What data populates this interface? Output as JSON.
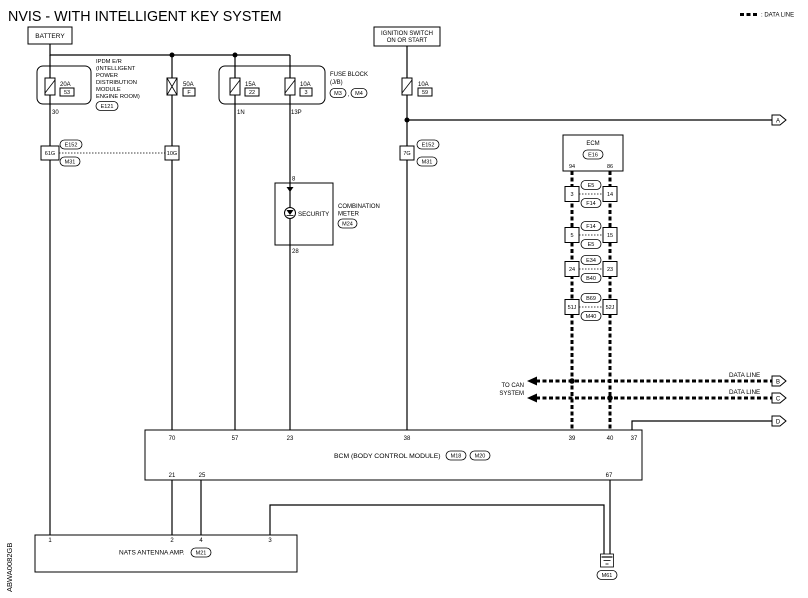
{
  "title": "NVIS - WITH INTELLIGENT KEY SYSTEM",
  "figure_id": "ABWA0082GB",
  "legend": {
    "label": ": DATA LINE"
  },
  "colors": {
    "ink": "#000000",
    "paper": "#ffffff"
  },
  "battery": {
    "label": "BATTERY"
  },
  "ignition_switch": {
    "line1": "IGNITION SWITCH",
    "line2": "ON OR START"
  },
  "ipdm": {
    "lines": [
      "IPDM E/R",
      "(INTELLIGENT",
      "POWER",
      "DISTRIBUTION",
      "MODULE",
      "ENGINE ROOM)"
    ],
    "connector": "E121",
    "fuse": {
      "rating": "20A",
      "number": "53",
      "pin": "30"
    }
  },
  "fusible_link": {
    "rating": "50A",
    "number": "F"
  },
  "fuse_block": {
    "line1": "FUSE BLOCK",
    "line2": "(J/B)",
    "connectors": [
      "M3",
      "M4"
    ],
    "separator": ",",
    "fuses": [
      {
        "rating": "15A",
        "number": "22",
        "pin": "1N"
      },
      {
        "rating": "10A",
        "number": "3",
        "pin": "13P"
      }
    ]
  },
  "ignition_fuse": {
    "rating": "10A",
    "number": "59"
  },
  "joint_connector_left": {
    "pin_left": "61G",
    "pin_right": "10G",
    "top": "E152",
    "bottom": "M31"
  },
  "joint_connector_right": {
    "pin": "7G",
    "top": "E152",
    "bottom": "M31"
  },
  "combination_meter": {
    "line1": "COMBINATION",
    "line2": "METER",
    "connector": "M24",
    "indicator": "SECURITY",
    "pin_in": "8",
    "pin_out": "28"
  },
  "ecm": {
    "label": "ECM",
    "connector": "E16",
    "pins": [
      "94",
      "86"
    ]
  },
  "can_connectors": [
    {
      "top": "E5",
      "bottom": "F14",
      "pins": [
        "3",
        "14"
      ]
    },
    {
      "top": "F14",
      "bottom": "E5",
      "pins": [
        "5",
        "15"
      ]
    },
    {
      "top": "E34",
      "bottom": "B40",
      "pins": [
        "24",
        "23"
      ]
    },
    {
      "top": "B69",
      "bottom": "M40",
      "pins": [
        "51J",
        "52J"
      ]
    }
  ],
  "can": {
    "line1": "TO CAN",
    "line2": "SYSTEM",
    "data_line_labels": [
      "DATA LINE",
      "DATA LINE"
    ]
  },
  "arrows": [
    "A",
    "B",
    "C",
    "D"
  ],
  "bcm": {
    "label": "BCM (BODY CONTROL MODULE)",
    "connectors": [
      "M18",
      "M20"
    ],
    "top_pins": [
      "70",
      "57",
      "23",
      "38",
      "39",
      "40",
      "37"
    ],
    "bottom_pins": [
      "21",
      "25",
      "67"
    ]
  },
  "nats": {
    "label": "NATS ANTENNA AMP.",
    "connector": "M21",
    "pins": [
      "1",
      "2",
      "4",
      "3"
    ]
  },
  "ground": {
    "connector": "M61"
  }
}
